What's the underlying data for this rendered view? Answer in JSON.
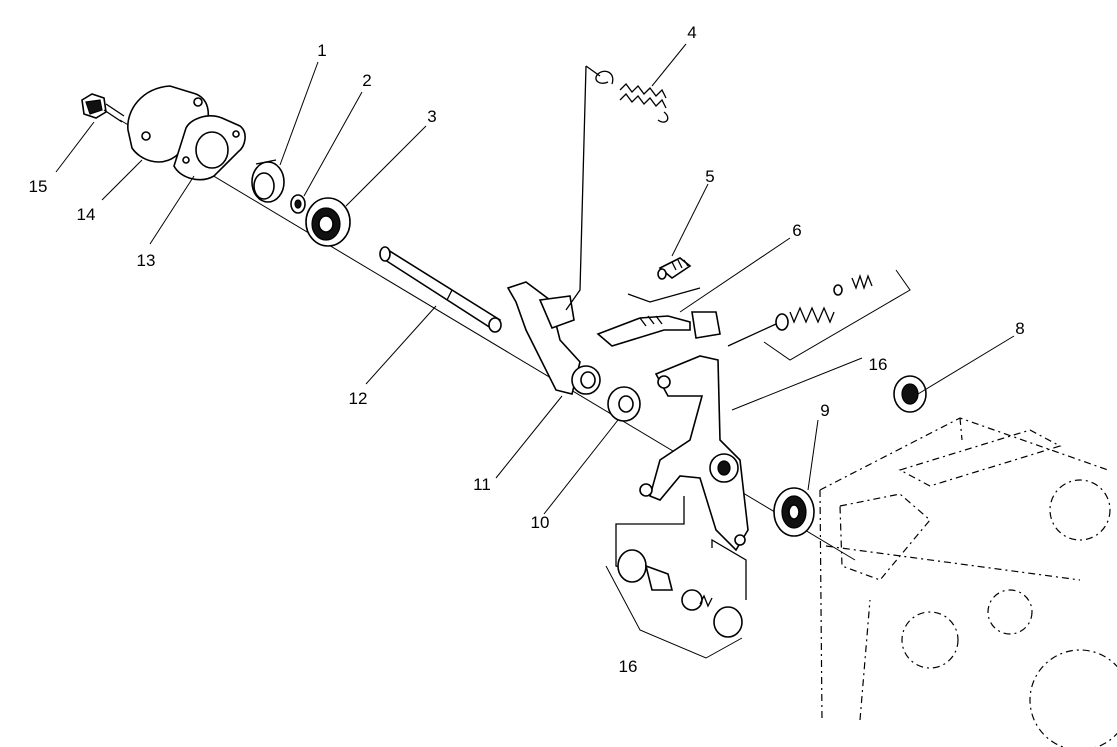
{
  "callouts": {
    "c1": "1",
    "c2": "2",
    "c3": "3",
    "c4": "4",
    "c5": "5",
    "c6": "6",
    "c8": "8",
    "c9": "9",
    "c10": "10",
    "c11": "11",
    "c12": "12",
    "c13": "13",
    "c14": "14",
    "c15": "15",
    "c16a": "16",
    "c16b": "16"
  }
}
